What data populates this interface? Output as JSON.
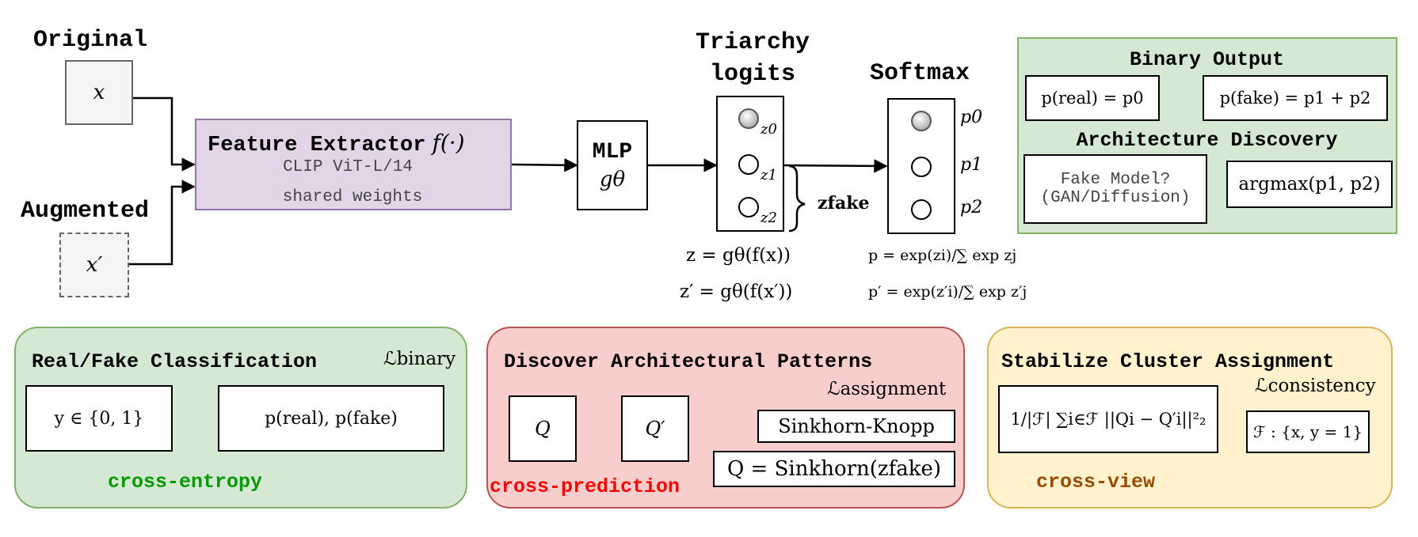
{
  "inputs": {
    "original_label": "Original",
    "original_symbol": "x",
    "augmented_label": "Augmented",
    "augmented_symbol": "x′"
  },
  "feature_extractor": {
    "title": "Feature Extractor",
    "func": "f(·)",
    "subtitle": "CLIP ViT-L/14",
    "note": "shared weights"
  },
  "mlp": {
    "title": "MLP",
    "symbol": "gθ"
  },
  "logits": {
    "title_line1": "Triarchy",
    "title_line2": "logits",
    "nodes": [
      "z0",
      "z1",
      "z2"
    ],
    "fake_label": "zfake",
    "eq1": "z = gθ(f(x))",
    "eq2": "z′ = gθ(f(x′))"
  },
  "softmax": {
    "title": "Softmax",
    "nodes": [
      "p0",
      "p1",
      "p2"
    ],
    "eq1": "p = exp(zi)/∑ exp zj",
    "eq2": "p′ = exp(z′i)/∑ exp z′j"
  },
  "binary_output": {
    "title": "Binary Output",
    "real": "p(real) = p0",
    "fake": "p(fake) = p1 + p2"
  },
  "architecture_discovery": {
    "title": "Architecture Discovery",
    "question_line1": "Fake Model?",
    "question_line2": "(GAN/Diffusion)",
    "argmax": "argmax(p1, p2)"
  },
  "panel_binary": {
    "title": "Real/Fake Classification",
    "loss": "ℒbinary",
    "label": "y ∈ {0, 1}",
    "pred": "p(real), p(fake)",
    "caption": "cross-entropy"
  },
  "panel_assignment": {
    "title": "Discover Architectural Patterns",
    "loss": "ℒassignment",
    "q": "Q",
    "q_prime": "Q′",
    "sinkhorn_name": "Sinkhorn-Knopp",
    "sinkhorn_eq": "Q = Sinkhorn(zfake)",
    "caption": "cross-prediction"
  },
  "panel_consistency": {
    "title": "Stabilize Cluster Assignment",
    "loss": "ℒconsistency",
    "formula": "1/|ℱ| ∑i∈ℱ ||Qi − Q′i||²₂",
    "set_def": "ℱ : {x, y = 1}",
    "caption": "cross-view"
  },
  "colors": {
    "feature_fill": "#e1d5e7",
    "feature_border": "#9673a6",
    "green_fill": "#d5e8d4",
    "green_border": "#82b366",
    "red_fill": "#f8cecc",
    "red_border": "#b85450",
    "yellow_fill": "#fff2cc",
    "yellow_border": "#d6b656",
    "caption_green": "#009900",
    "caption_red": "#ff0000",
    "caption_brown": "#994c00"
  }
}
